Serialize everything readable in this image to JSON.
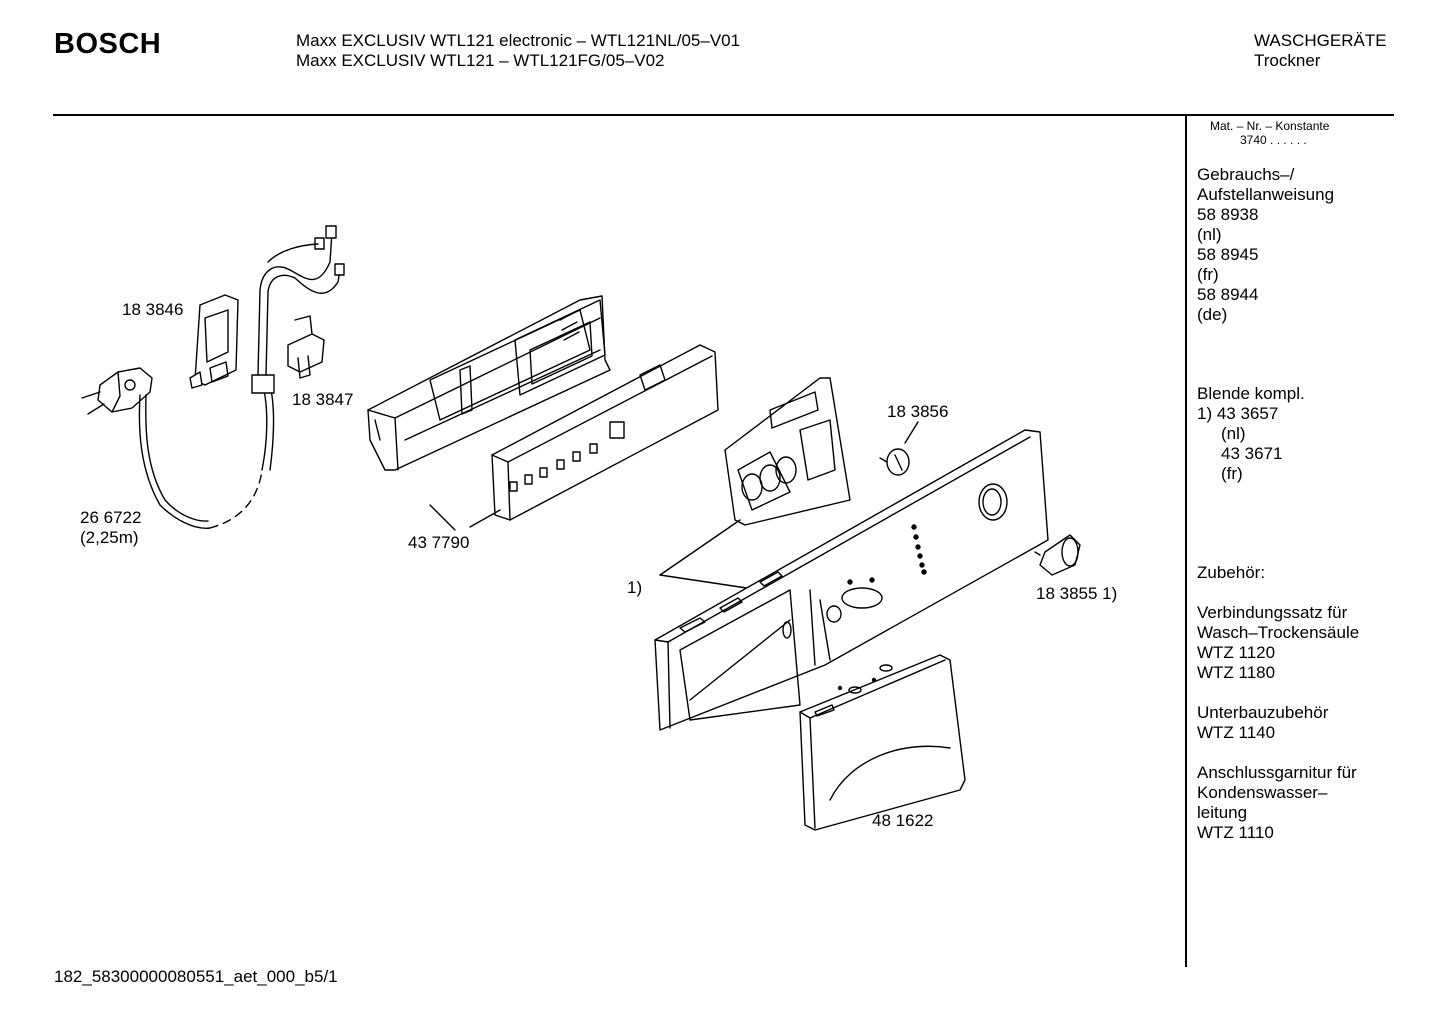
{
  "header": {
    "brand": "BOSCH",
    "model_line_1": "Maxx EXCLUSIV WTL121 electronic – WTL121NL/05–V01",
    "model_line_2": "Maxx EXCLUSIV WTL121 – WTL121FG/05–V02",
    "category": "WASCHGERÄTE",
    "subcategory": "Trockner"
  },
  "sidebar": {
    "matnr_label": "Mat. – Nr. – Konstante",
    "matnr_value": "3740 . . . . . .",
    "manual": {
      "title_1": "Gebrauchs–/",
      "title_2": "Aufstellanweisung",
      "entries": [
        "58 8938",
        "(nl)",
        "58 8945",
        "(fr)",
        "58 8944",
        "(de)"
      ]
    },
    "panel": {
      "title": "Blende kompl.",
      "line_1": "1) 43 3657",
      "line_2": "(nl)",
      "line_3": "43 3671",
      "line_4": "(fr)"
    },
    "accessories": {
      "title": "Zubehör:",
      "kit_1": "Verbindungssatz für",
      "kit_2": "Wasch–Trockensäule",
      "kit_3": "WTZ 1120",
      "kit_4": "WTZ 1180",
      "under_1": "Unterbauzubehör",
      "under_2": "WTZ 1140",
      "conn_1": "Anschlussgarnitur für",
      "conn_2": "Kondenswasser–",
      "conn_3": "leitung",
      "conn_4": "WTZ 1110"
    }
  },
  "parts": {
    "p183846": "18 3846",
    "p183847": "18 3847",
    "p266722": "26 6722",
    "p266722_len": "(2,25m)",
    "p437790": "43 7790",
    "p183856": "18 3856",
    "p1": "1)",
    "p183855": "18 3855 1)",
    "p481622": "48 1622"
  },
  "footer": {
    "code": "182_58300000080551_aet_000_b5/1"
  }
}
